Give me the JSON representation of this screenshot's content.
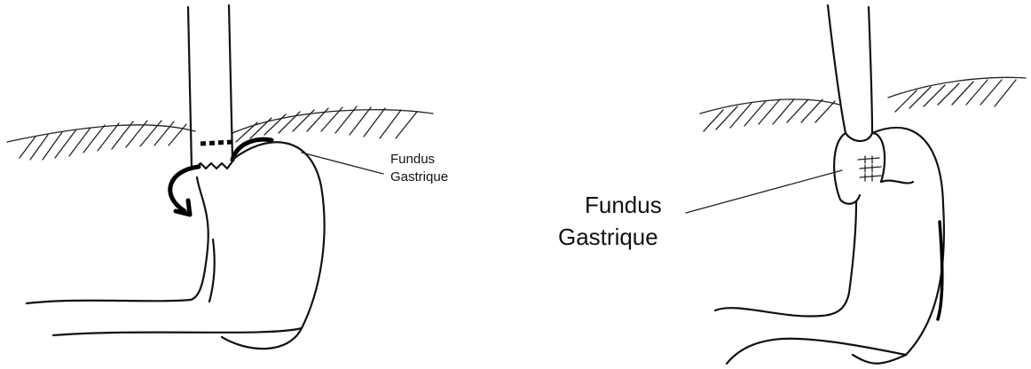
{
  "left_panel": {
    "label": {
      "line1": "Fundus",
      "line2": "Gastrique"
    }
  },
  "right_panel": {
    "label": {
      "line1": "Fundus",
      "line2": "Gastrique"
    }
  }
}
